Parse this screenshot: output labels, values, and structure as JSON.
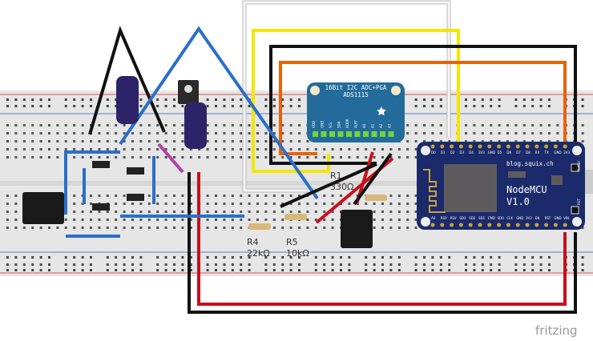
{
  "adc": {
    "title": "16Bit I2C ADC+PGA",
    "model": "ADS1115",
    "pins": [
      "VDD",
      "GND",
      "SCL",
      "SDA",
      "ADDR",
      "ALRT",
      "A0",
      "A1",
      "A2",
      "A3"
    ]
  },
  "nodemcu": {
    "url": "blog.squix.ch",
    "name": "NodeMCU",
    "version": "V1.0",
    "top_pins": [
      "D0",
      "D1",
      "D2",
      "D3",
      "D4",
      "3V3",
      "GND",
      "D5",
      "D6",
      "D7",
      "D8",
      "RX",
      "TX",
      "GND",
      "3V3"
    ],
    "bottom_pins": [
      "A0",
      "RSV",
      "RSV",
      "SD3",
      "SD2",
      "SD1",
      "CMD",
      "SD0",
      "CLK",
      "GND",
      "3V3",
      "EN",
      "RST",
      "GND",
      "VIN"
    ],
    "flash": "FLASH",
    "rst": "RST"
  },
  "resistors": [
    {
      "ref": "R1",
      "value": "330Ω"
    },
    {
      "ref": "R4",
      "value": "22kΩ"
    },
    {
      "ref": "R5",
      "value": "10kΩ"
    }
  ],
  "logo": "fritzing",
  "colors": {
    "breadboard": "#e8e8e8",
    "rail_red": "#d9534f",
    "rail_blue": "#5b7fbf",
    "adc_board": "#236b9a",
    "nodemcu_board": "#1b2a6b",
    "wire_yellow": "#f5e600",
    "wire_orange": "#e8620a",
    "wire_red": "#c8101a",
    "wire_black": "#111111",
    "wire_blue": "#2a6fc9",
    "wire_white": "#f4f4f4"
  }
}
